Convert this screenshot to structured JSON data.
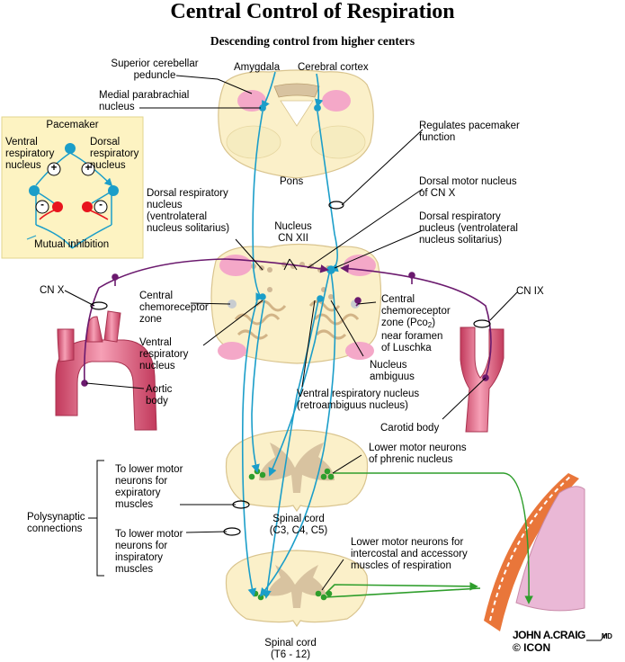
{
  "title": "Central Control of Respiration",
  "subtitle": "Descending control from higher centers",
  "labels": {
    "superior_cerebellar_peduncle": "Superior cerebellar\npeduncle",
    "amygdala": "Amygdala",
    "cerebral_cortex": "Cerebral cortex",
    "medial_parabrachial": "Medial parabrachial\nnucleus",
    "regulates_pacemaker": "Regulates pacemaker\nfunction",
    "pons": "Pons",
    "dorsal_motor_nucleus": "Dorsal motor nucleus\nof CN X",
    "dorsal_resp_left": "Dorsal respiratory\nnucleus\n(ventrolateral\nnucleus solitarius)",
    "nucleus_cn_xii": "Nucleus\nCN XII",
    "dorsal_resp_right": "Dorsal respiratory\nnucleus (ventrolateral\nnucleus solitarius)",
    "cn_x": "CN X",
    "cn_ix": "CN IX",
    "central_chemo_left": "Central\nchemoreceptor\nzone",
    "central_chemo_right_a": "Central\nchemoreceptor\nzone (Pco",
    "central_chemo_right_sub": "2",
    "central_chemo_right_b": ")\nnear foramen\nof Luschka",
    "ventral_resp_left": "Ventral\nrespiratory\nnucleus",
    "nucleus_ambiguus": "Nucleus\nambiguus",
    "aortic_body": "Aortic\nbody",
    "ventral_resp_retro": "Ventral respiratory nucleus\n(retroambiguus nucleus)",
    "carotid_body": "Carotid body",
    "lower_motor_phrenic": "Lower motor neurons\nof phrenic nucleus",
    "to_lower_expiratory": "To lower motor\nneurons for\nexpiratory\nmuscles",
    "polysynaptic": "Polysynaptic\nconnections",
    "spinal_cord_c": "Spinal cord\n(C3, C4, C5)",
    "to_lower_inspiratory": "To lower motor\nneurons for\ninspiratory\nmuscles",
    "lower_motor_intercostal": "Lower motor neurons for\nintercostal and accessory\nmuscles of respiration",
    "spinal_cord_t": "Spinal cord\n(T6 - 12)"
  },
  "pacemaker": {
    "title": "Pacemaker",
    "ventral": "Ventral\nrespiratory\nnucleus",
    "dorsal": "Dorsal\nrespiratory\nnucleus",
    "plus": "+",
    "minus": "-",
    "mutual_inhibition": "Mutual inhibition"
  },
  "signature": {
    "line1": "JOHN A.CRAIG",
    "md": "MD",
    "line2": "© ICON"
  },
  "colors": {
    "pathway_blue": "#1b9ec9",
    "afferent_purple": "#6b1a6e",
    "motor_green": "#2f9e2c",
    "tissue": "#fbf0c9",
    "gray_matter": "#d8c3a0",
    "pink": "#f4a8c8",
    "pacemaker_box": "#fdf3c2",
    "inhibitory_red": "#e8141e"
  }
}
